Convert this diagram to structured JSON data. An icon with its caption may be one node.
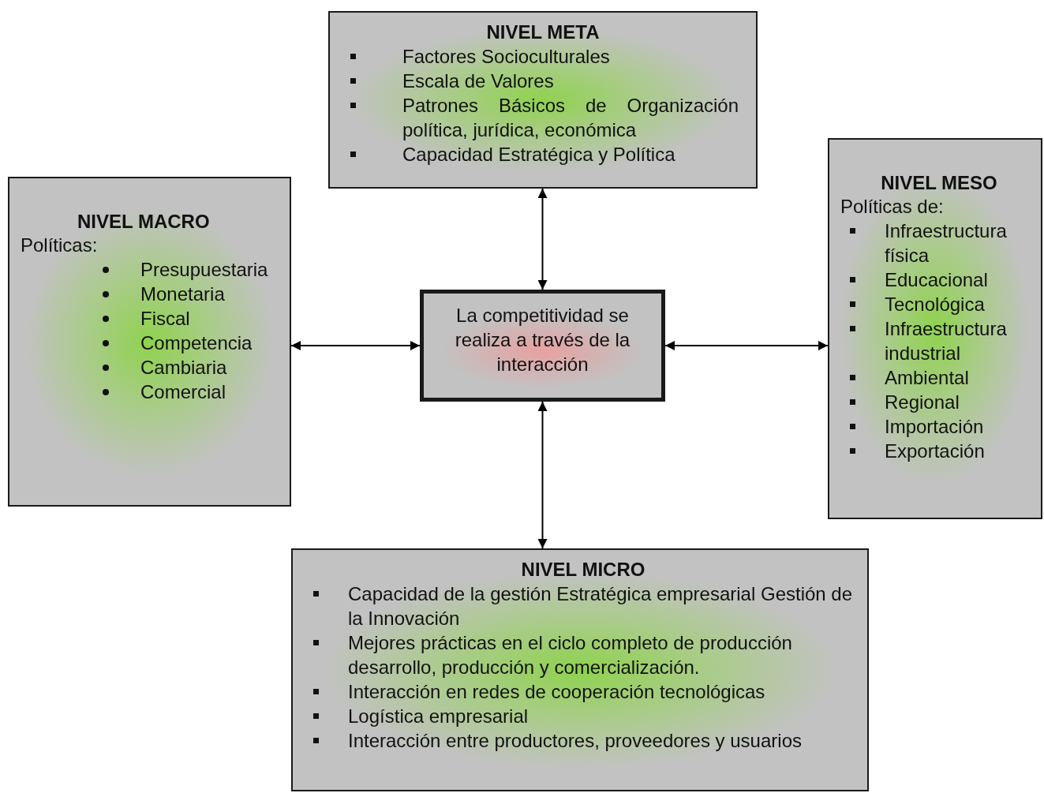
{
  "diagram": {
    "nodes": [
      {
        "text": [
          "NIVEL META",
          "Factores Socioculturales",
          "Escala de Valores",
          "Patrones Básicos de Organización política, jurídica, económica",
          "Capacidad Estratégica y Política"
        ]
      },
      {
        "text": [
          "NIVEL MACRO",
          "Políticas:",
          "Presupuestaria",
          "Monetaria",
          "Fiscal",
          "Competencia",
          "Cambiaria",
          "Comercial"
        ]
      },
      {
        "text": [
          "La competitividad se realiza a través de la interacción"
        ]
      },
      {
        "text": [
          "NIVEL MESO",
          "Políticas de:",
          "Infraestructura física",
          "Educacional",
          "Tecnológica",
          "Infraestructura industrial",
          "Ambiental",
          "Regional",
          "Importación",
          "Exportación"
        ]
      },
      {
        "text": [
          "NIVEL MICRO",
          "Capacidad de la gestión Estratégica empresarial Gestión de la Innovación",
          "Mejores prácticas en el ciclo completo de producción desarrollo, producción y comercialización.",
          "Interacción en redes de cooperación tecnológicas",
          "Logística empresarial",
          "Interacción entre productores, proveedores y usuarios"
        ]
      }
    ],
    "edges": [
      {
        "from": 0,
        "to": 2,
        "arrow": "both"
      },
      {
        "from": 1,
        "to": 2,
        "arrow": "both"
      },
      {
        "from": 2,
        "to": 3,
        "arrow": "both"
      },
      {
        "from": 2,
        "to": 4,
        "arrow": "both"
      }
    ]
  }
}
